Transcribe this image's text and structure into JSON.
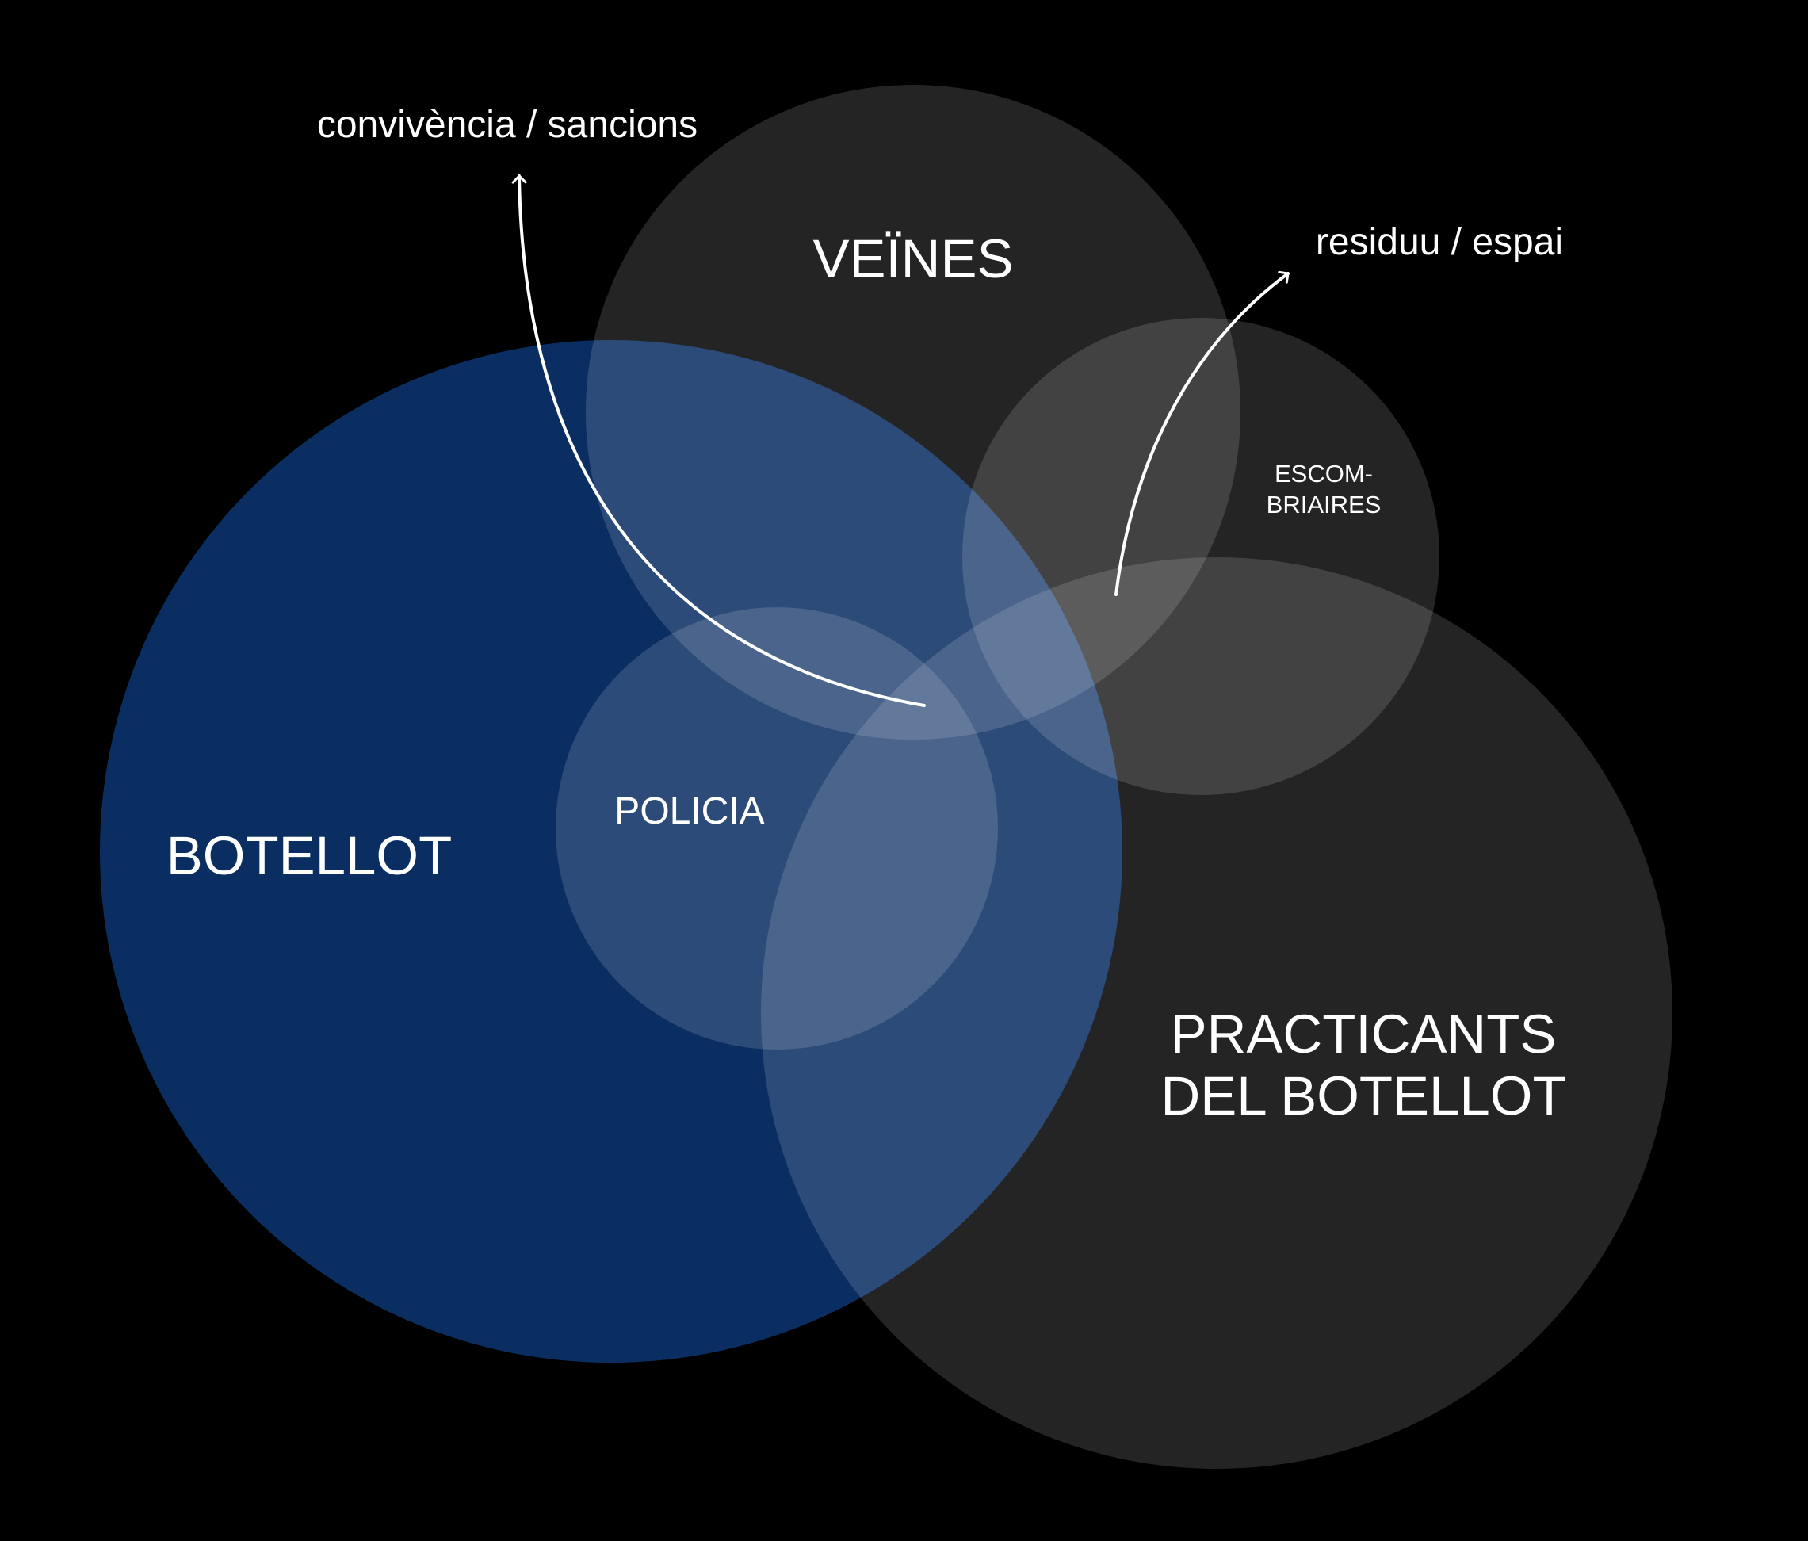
{
  "background_color": "#000000",
  "sets": {
    "botellot": {
      "label": "BOTELLOT",
      "color": "#0b2e62"
    },
    "veines": {
      "label": "VEÏNES",
      "color": "#ffffff"
    },
    "escombriaires": {
      "label_line1": "ESCOM-",
      "label_line2": "BRIAIRES",
      "color": "#ffffff"
    },
    "practicants": {
      "label_line1": "PRACTICANTS",
      "label_line2": "DEL BOTELLOT",
      "color": "#ffffff"
    },
    "policia": {
      "label": "POLICIA",
      "color": "#ffffff"
    }
  },
  "arrows": {
    "convivencia": {
      "label": "convivència / sancions",
      "color": "#ffffff"
    },
    "residuu": {
      "label": "residuu / espai",
      "color": "#ffffff"
    }
  }
}
